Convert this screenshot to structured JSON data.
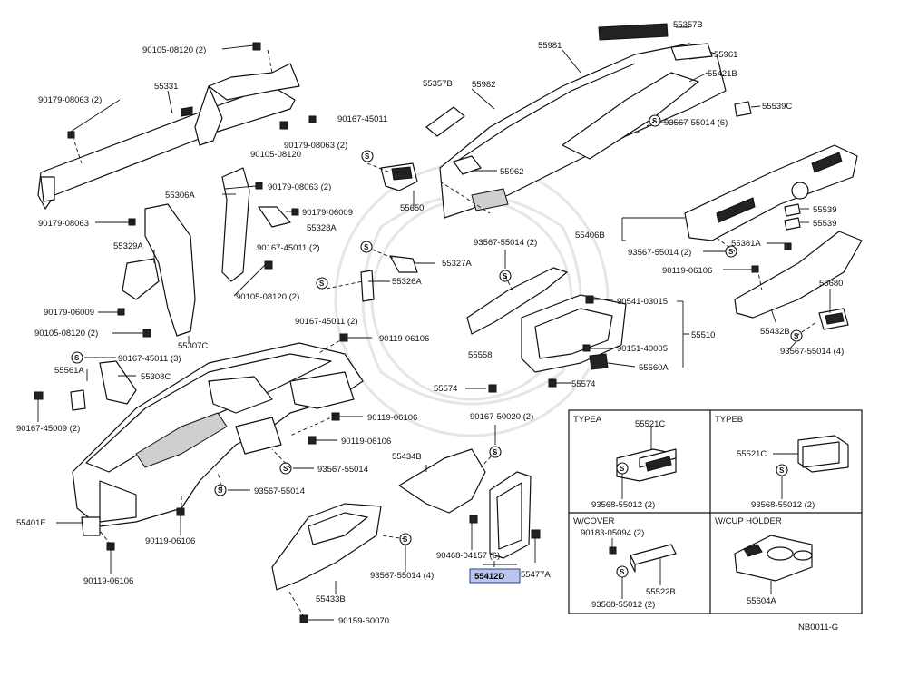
{
  "labels": {
    "top_left_bolt_1": "90105-08120 (2)",
    "top_left_clip_1": "90179-08063 (2)",
    "reinforcement": "55331",
    "mid_clip_a": "90179-08063 (2)",
    "mid_bolt_a": "90105-08120",
    "screw_top": "90167-45011",
    "brace_left": "55306A",
    "clip_b": "90179-08063 (2)",
    "clip_c": "90179-06009",
    "bracket_328a": "55328A",
    "clip_left": "90179-08063",
    "bracket_329a": "55329A",
    "screw_mid": "90167-45011 (2)",
    "bracket_327a": "55327A",
    "clip_d": "90179-06009",
    "bolt_e": "90105-08120 (2)",
    "bolt_f": "90105-08120 (2)",
    "brace_307c": "55307C",
    "screw_g": "90167-45011 (2)",
    "bracket_326a": "55326A",
    "clip_h": "90119-06106",
    "screw_i": "90167-45011 (3)",
    "bracket_561a": "55561A",
    "bracket_308c": "55308C",
    "screw_j": "90167-45009 (2)",
    "clip_k": "90119-06106",
    "clip_l": "90119-06106",
    "screw_m": "93567-55014",
    "screw_n": "93567-55014",
    "panel_401e": "55401E",
    "clip_o": "90119-06106",
    "clip_p": "90119-06106",
    "safety_pad_top": "55357B",
    "vent_981": "55981",
    "vent_961": "55961",
    "pad_357b": "55357B",
    "duct_982": "55982",
    "duct_421b": "55421B",
    "cover_539c": "55539C",
    "screw_q": "93567-55014 (6)",
    "vent_962": "55962",
    "vent_650": "55650",
    "bracket_539_1": "55539",
    "bracket_539_2": "55539",
    "register_406b": "55406B",
    "screw_r": "93567-55014 (2)",
    "clip_381a": "55381A",
    "clip_s": "90119-06106",
    "cover_680": "55680",
    "panel_432b": "55432B",
    "screw_t": "93567-55014 (4)",
    "screw_u": "93567-55014 (2)",
    "bracket_558": "55558",
    "clip_v": "90541-03015",
    "box_510": "55510",
    "clip_w": "90151-40005",
    "lock_560a": "55560A",
    "screw_x": "55574",
    "screw_y": "55574",
    "screw_z": "90167-50020 (2)",
    "panel_434b": "55434B",
    "clip_aa": "90468-04157 (6)",
    "panel_412d": "55412D",
    "cover_477a": "55477A",
    "screw_bb": "93567-55014 (4)",
    "cover_433b": "55433B",
    "clip_cc": "90159-60070",
    "diagram_code": "NB0011-G"
  },
  "inset": {
    "typea": "TYPEA",
    "typeb": "TYPEB",
    "wcover": "W/COVER",
    "wcup": "W/CUP HOLDER",
    "typea_part": "55521C",
    "typea_screw": "93568-55012 (2)",
    "typeb_part": "55521C",
    "typeb_screw": "93568-55012 (2)",
    "wcover_clip": "90183-05094 (2)",
    "wcover_part": "55522B",
    "wcover_screw": "93568-55012 (2)",
    "wcup_part": "55604A"
  },
  "symbols": {
    "screw_mark": "S"
  },
  "colors": {
    "highlight": "#b9c6ee",
    "line": "#111111"
  }
}
